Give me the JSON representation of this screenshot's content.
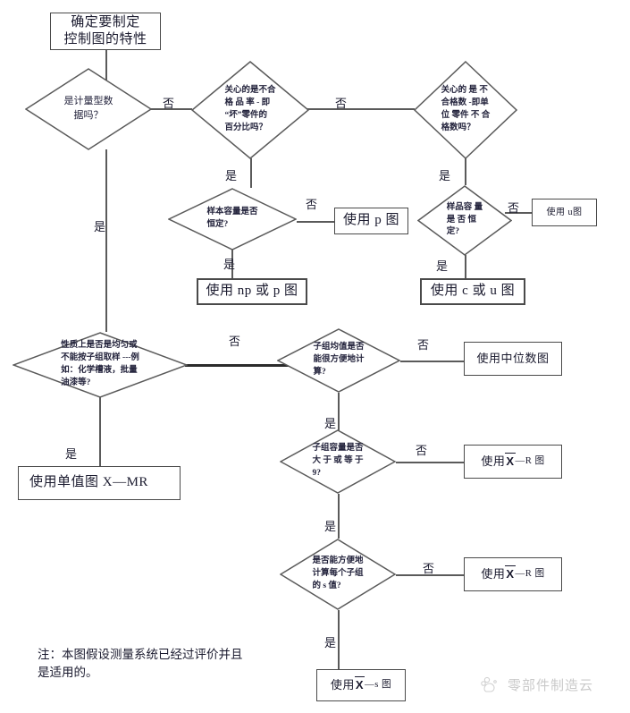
{
  "diagram": {
    "title": "控制图选择流程图",
    "nodes": {
      "start": "确定要制定\n控制图的特性",
      "q_variable": "是计量型数\n据吗？",
      "q_defective_rate": "关心的是不合\n格 品 率 - 即\n“坏”零件的\n百分比吗？",
      "q_defect_count": "关心的 是 不\n合格数 -即单\n位 零件 不 合\n格数吗？",
      "q_sample_const_1": "样本容量是否\n恒定?",
      "q_sample_const_2": "样品容 量\n是 否 恒\n定?",
      "out_p": "使用 p 图",
      "out_np_p": "使用 np 或 p 图",
      "out_u": "使用 u图",
      "out_c_u": "使用 c 或 u 图",
      "q_homogeneous": "性质上是否是均匀或\n不能按子组取样  ---例\n如：化学槽液，批量\n油漆等?",
      "out_individual": "使用单值图  X—MR",
      "q_mean_easy": "子组均值是否\n能很方便地计\n算?",
      "out_median": "使用中位数图",
      "q_subgroup_size": "子组容量是否\n大 于 或 等 于\n9?",
      "out_xbar_r_1_prefix": "使用 ",
      "out_xbar_r_1_x": "X",
      "out_xbar_r_1_suffix": "—R 图",
      "q_s_value": "是否能方便地\n计算每个子组\n的 s 值?",
      "out_xbar_r_2_prefix": "使用 ",
      "out_xbar_r_2_x": "X",
      "out_xbar_r_2_suffix": "—R 图",
      "out_xbar_s_prefix": "使用 ",
      "out_xbar_s_x": "X",
      "out_xbar_s_suffix": "—s 图"
    },
    "edge_labels": {
      "no_variable": "否",
      "no_defective_rate": "否",
      "yes_variable": "是",
      "yes_defective_rate": "是",
      "yes_defect_count": "是",
      "no_sample_const_1": "否",
      "yes_sample_const_1": "是",
      "no_sample_const_2": "否",
      "yes_sample_const_2": "是",
      "no_homogeneous": "否",
      "yes_homogeneous": "是",
      "no_mean_easy": "否",
      "yes_mean_easy": "是",
      "no_subgroup_size": "否",
      "yes_subgroup_size": "是",
      "no_s_value": "否",
      "yes_s_value": "是"
    },
    "note": "注：本图假设测量系统已经过评价并且\n是适用的。",
    "watermark": {
      "label": "零部件制造云",
      "icon": "cloud-icon"
    },
    "colors": {
      "line": "#5a5a5a",
      "box_border": "#4a4a4a",
      "text": "#1a1a2e",
      "background": "#ffffff"
    }
  }
}
